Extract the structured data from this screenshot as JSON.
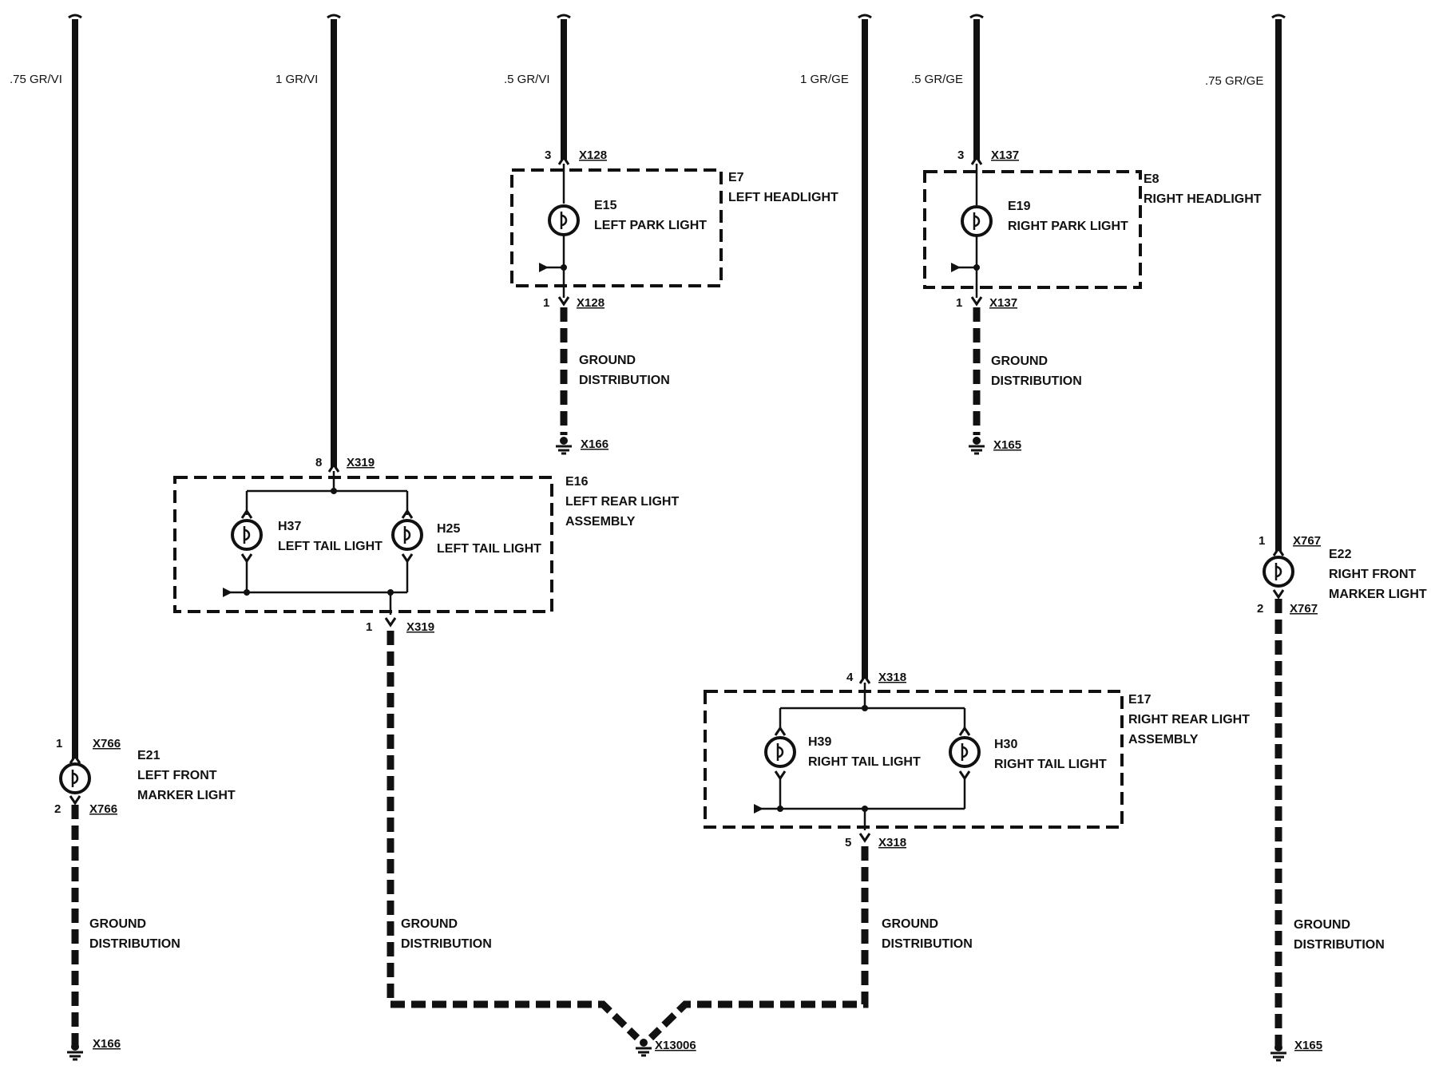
{
  "wires": {
    "w1": ".75 GR/VI",
    "w2": "1 GR/VI",
    "w3": ".5 GR/VI",
    "w4": "1 GR/GE",
    "w5": ".5 GR/GE",
    "w6": ".75 GR/GE"
  },
  "e7": {
    "id": "E7",
    "name": "LEFT HEADLIGHT",
    "lamp_id": "E15",
    "lamp_name": "LEFT PARK LIGHT",
    "top_pin": "3",
    "top_conn": "X128",
    "bot_pin": "1",
    "bot_conn": "X128",
    "ground": [
      "GROUND",
      "DISTRIBUTION"
    ],
    "ground_conn": "X166"
  },
  "e8": {
    "id": "E8",
    "name": "RIGHT HEADLIGHT",
    "lamp_id": "E19",
    "lamp_name": "RIGHT PARK LIGHT",
    "top_pin": "3",
    "top_conn": "X137",
    "bot_pin": "1",
    "bot_conn": "X137",
    "ground": [
      "GROUND",
      "DISTRIBUTION"
    ],
    "ground_conn": "X165"
  },
  "e16": {
    "id": "E16",
    "name_line1": "LEFT REAR LIGHT",
    "name_line2": "ASSEMBLY",
    "lamp1_id": "H37",
    "lamp1_name": "LEFT TAIL LIGHT",
    "lamp2_id": "H25",
    "lamp2_name": "LEFT TAIL LIGHT",
    "top_pin": "8",
    "top_conn": "X319",
    "bot_pin": "1",
    "bot_conn": "X319",
    "ground": [
      "GROUND",
      "DISTRIBUTION"
    ]
  },
  "e17": {
    "id": "E17",
    "name_line1": "RIGHT REAR LIGHT",
    "name_line2": "ASSEMBLY",
    "lamp1_id": "H39",
    "lamp1_name": "RIGHT TAIL LIGHT",
    "lamp2_id": "H30",
    "lamp2_name": "RIGHT TAIL LIGHT",
    "top_pin": "4",
    "top_conn": "X318",
    "bot_pin": "5",
    "bot_conn": "X318",
    "ground": [
      "GROUND",
      "DISTRIBUTION"
    ]
  },
  "e21": {
    "id": "E21",
    "name_line1": "LEFT FRONT",
    "name_line2": "MARKER LIGHT",
    "top_pin": "1",
    "top_conn": "X766",
    "bot_pin": "2",
    "bot_conn": "X766",
    "ground": [
      "GROUND",
      "DISTRIBUTION"
    ],
    "ground_conn": "X166"
  },
  "e22": {
    "id": "E22",
    "name_line1": "RIGHT FRONT",
    "name_line2": "MARKER LIGHT",
    "top_pin": "1",
    "top_conn": "X767",
    "bot_pin": "2",
    "bot_conn": "X767",
    "ground": [
      "GROUND",
      "DISTRIBUTION"
    ],
    "ground_conn": "X165"
  },
  "shared_ground_conn": "X13006"
}
